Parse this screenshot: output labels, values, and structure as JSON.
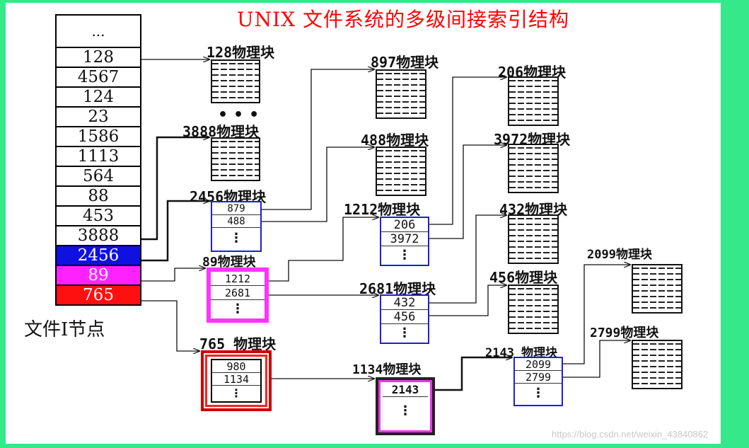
{
  "title": "UNIX 文件系统的多级间接索引结构",
  "inode": {
    "label": "文件I节点",
    "cells": [
      "...",
      "128",
      "4567",
      "124",
      "23",
      "1586",
      "1113",
      "564",
      "88",
      "453",
      "3888",
      "2456",
      "89",
      "765"
    ]
  },
  "blocks": {
    "b128": "128物理块",
    "b3888": "3888物理块",
    "b897": "897物理块",
    "b488": "488物理块",
    "b206": "206物理块",
    "b3972": "3972物理块",
    "b432": "432物理块",
    "b456": "456物理块",
    "b2099": "2099物理块",
    "b2799": "2799物理块"
  },
  "index_blocks": {
    "i2456": {
      "label": "2456物理块",
      "rows": [
        "879",
        "488",
        "⋮"
      ]
    },
    "i89": {
      "label": "89物理块",
      "rows": [
        "1212",
        "2681",
        "⋮"
      ]
    },
    "i765": {
      "label": "765 物理块",
      "rows": [
        "980",
        "1134",
        "⋮"
      ]
    },
    "i1212": {
      "label": "1212物理块",
      "rows": [
        "206",
        "3972",
        "⋮"
      ]
    },
    "i2681": {
      "label": "2681物理块",
      "rows": [
        "432",
        "456",
        "⋮"
      ]
    },
    "i1134": {
      "label": "1134物理块",
      "rows": [
        "2143",
        "⋮"
      ]
    },
    "i2143": {
      "label": "2143 物理块",
      "rows": [
        "2099",
        "2799",
        "⋮"
      ]
    }
  },
  "ellipsis": "•••",
  "watermark": "https://blog.csdn.net/weixin_43840862",
  "colors": {
    "frame": "#35e88a",
    "title": "#ff0000",
    "blue": "#1010e0",
    "magenta": "#ff22ff",
    "red": "#ff1010",
    "index_border_2456": "#2020d0",
    "index_border_89": "#ff33ff",
    "index_border_765": "#ff0000"
  }
}
